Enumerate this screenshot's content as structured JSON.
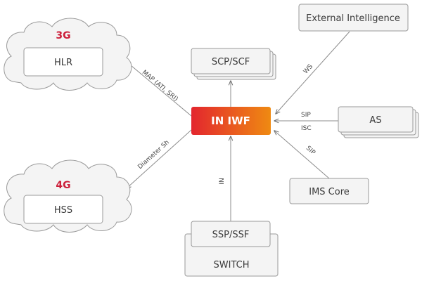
{
  "nodes": {
    "cloud_3g": {
      "label": "3G",
      "inner": "HLR"
    },
    "cloud_4g": {
      "label": "4G",
      "inner": "HSS"
    },
    "scp_scf": "SCP/SCF",
    "center": "IN IWF",
    "external": "External Intelligence",
    "as": "AS",
    "ims_core": "IMS Core",
    "ssp_ssf": "SSP/SSF",
    "switch": "SWITCH"
  },
  "edges": {
    "map": "MAP (ATI, SRI)",
    "diameter": "Diameter Sh",
    "ws": "WS",
    "sip_as": "SIP",
    "isc": "ISC",
    "sip_ims": "SIP",
    "in": "IN"
  },
  "colors": {
    "accent_red": "#cc1f3a",
    "gradient_start": "#e3262e",
    "gradient_end": "#ef8a12"
  }
}
